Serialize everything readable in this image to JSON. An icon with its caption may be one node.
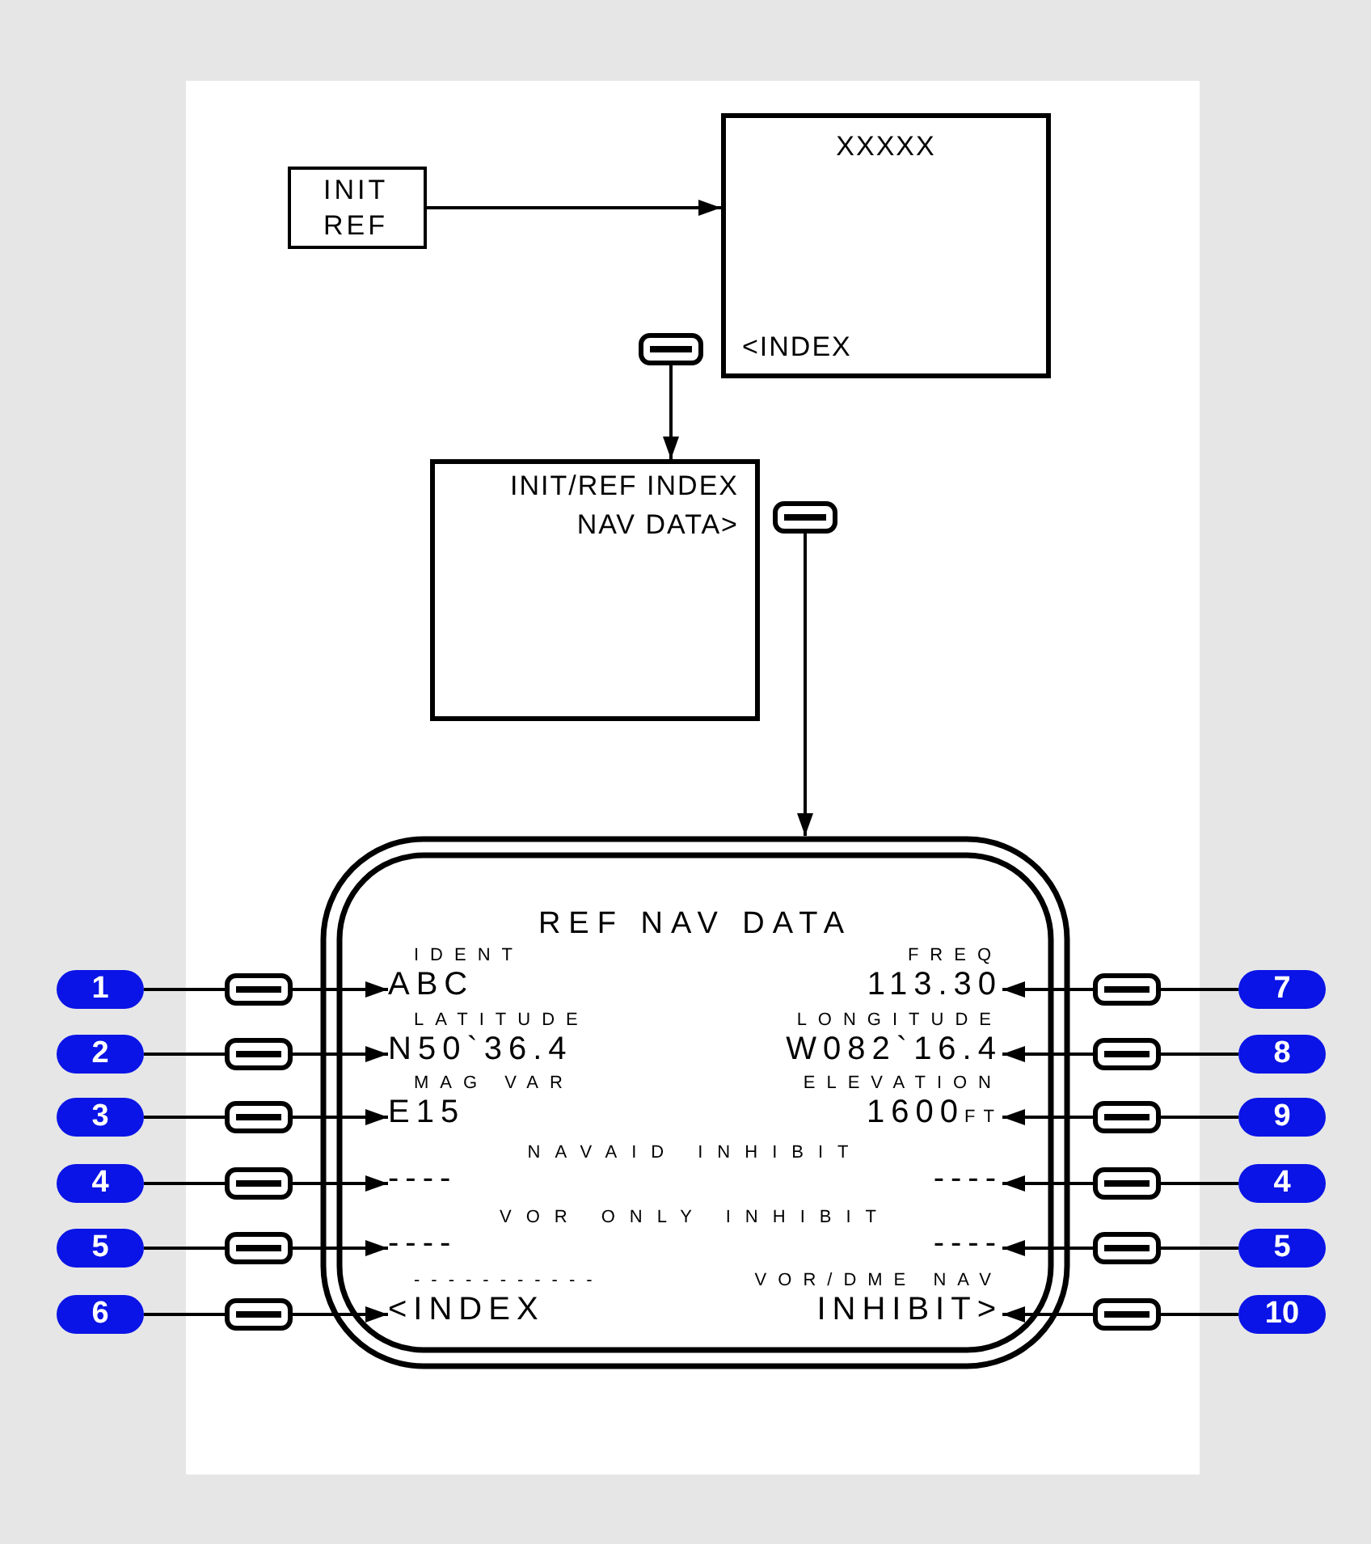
{
  "diagram": {
    "nodes": [
      {
        "text": [
          "INIT REF"
        ]
      },
      {
        "text": [
          "XXXXX",
          "<INDEX"
        ]
      },
      {
        "text": [],
        "shape": "box"
      },
      {
        "text": [
          "INIT/REF INDEX",
          "NAV DATA>"
        ]
      },
      {
        "text": [],
        "shape": "box"
      },
      {
        "text": [
          "REF NAV DATA",
          "NAVAID INHIBIT",
          "VOR ONLY INHIBIT"
        ]
      },
      {
        "text": [
          "1"
        ]
      },
      {
        "text": [],
        "shape": "box"
      },
      {
        "text": [
          "IDENT",
          "ABC"
        ],
        "in": 5
      },
      {
        "text": [
          "FREQ",
          "113.30"
        ],
        "in": 5
      },
      {
        "text": [],
        "shape": "box"
      },
      {
        "text": [
          "7"
        ]
      },
      {
        "text": [
          "2"
        ]
      },
      {
        "text": [],
        "shape": "box"
      },
      {
        "text": [
          "LATITUDE",
          "N50`36.4"
        ],
        "in": 5
      },
      {
        "text": [
          "LONGITUDE",
          "W082`16.4"
        ],
        "in": 5
      },
      {
        "text": [],
        "shape": "box"
      },
      {
        "text": [
          "8"
        ]
      },
      {
        "text": [
          "3"
        ]
      },
      {
        "text": [],
        "shape": "box"
      },
      {
        "text": [
          "MAG VAR",
          "E15"
        ],
        "in": 5
      },
      {
        "text": [
          "ELEVATION",
          "1600",
          "FT"
        ],
        "in": 5
      },
      {
        "text": [],
        "shape": "box"
      },
      {
        "text": [
          "9"
        ]
      },
      {
        "text": [
          "4"
        ]
      },
      {
        "text": [],
        "shape": "box"
      },
      {
        "text": [
          "----"
        ],
        "in": 5
      },
      {
        "text": [
          "----"
        ],
        "in": 5
      },
      {
        "text": [],
        "shape": "box"
      },
      {
        "text": [
          "4"
        ]
      },
      {
        "text": [
          "5"
        ]
      },
      {
        "text": [],
        "shape": "box"
      },
      {
        "text": [
          "----"
        ],
        "in": 5
      },
      {
        "text": [
          "----"
        ],
        "in": 5
      },
      {
        "text": [],
        "shape": "box"
      },
      {
        "text": [
          "5"
        ]
      },
      {
        "text": [
          "6"
        ]
      },
      {
        "text": [],
        "shape": "box"
      },
      {
        "text": [
          "-----------",
          "<INDEX"
        ],
        "in": 5
      },
      {
        "text": [
          "VOR/DME NAV",
          "INHIBIT>"
        ],
        "in": 5
      },
      {
        "text": [],
        "shape": "box"
      },
      {
        "text": [
          "10"
        ]
      }
    ],
    "edges": [
      {
        "from": 0,
        "to": 1,
        "arrow": "to"
      },
      {
        "from": 2,
        "to": 3,
        "arrow": "to"
      },
      {
        "from": 4,
        "to": 5,
        "arrow": "to"
      },
      {
        "from": 6,
        "to": 7,
        "arrow": "none"
      },
      {
        "from": 7,
        "to": 8,
        "arrow": "to"
      },
      {
        "from": 11,
        "to": 10,
        "arrow": "none"
      },
      {
        "from": 10,
        "to": 9,
        "arrow": "to"
      },
      {
        "from": 12,
        "to": 13,
        "arrow": "none"
      },
      {
        "from": 13,
        "to": 14,
        "arrow": "to"
      },
      {
        "from": 17,
        "to": 16,
        "arrow": "none"
      },
      {
        "from": 16,
        "to": 15,
        "arrow": "to"
      },
      {
        "from": 18,
        "to": 19,
        "arrow": "none"
      },
      {
        "from": 19,
        "to": 20,
        "arrow": "to"
      },
      {
        "from": 23,
        "to": 22,
        "arrow": "none"
      },
      {
        "from": 22,
        "to": 21,
        "arrow": "to"
      },
      {
        "from": 24,
        "to": 25,
        "arrow": "none"
      },
      {
        "from": 25,
        "to": 26,
        "arrow": "to"
      },
      {
        "from": 29,
        "to": 28,
        "arrow": "none"
      },
      {
        "from": 28,
        "to": 27,
        "arrow": "to"
      },
      {
        "from": 30,
        "to": 31,
        "arrow": "none"
      },
      {
        "from": 31,
        "to": 32,
        "arrow": "to"
      },
      {
        "from": 35,
        "to": 34,
        "arrow": "none"
      },
      {
        "from": 34,
        "to": 33,
        "arrow": "to"
      },
      {
        "from": 36,
        "to": 37,
        "arrow": "none"
      },
      {
        "from": 37,
        "to": 38,
        "arrow": "to"
      },
      {
        "from": 41,
        "to": 40,
        "arrow": "none"
      },
      {
        "from": 40,
        "to": 39,
        "arrow": "to"
      }
    ]
  }
}
